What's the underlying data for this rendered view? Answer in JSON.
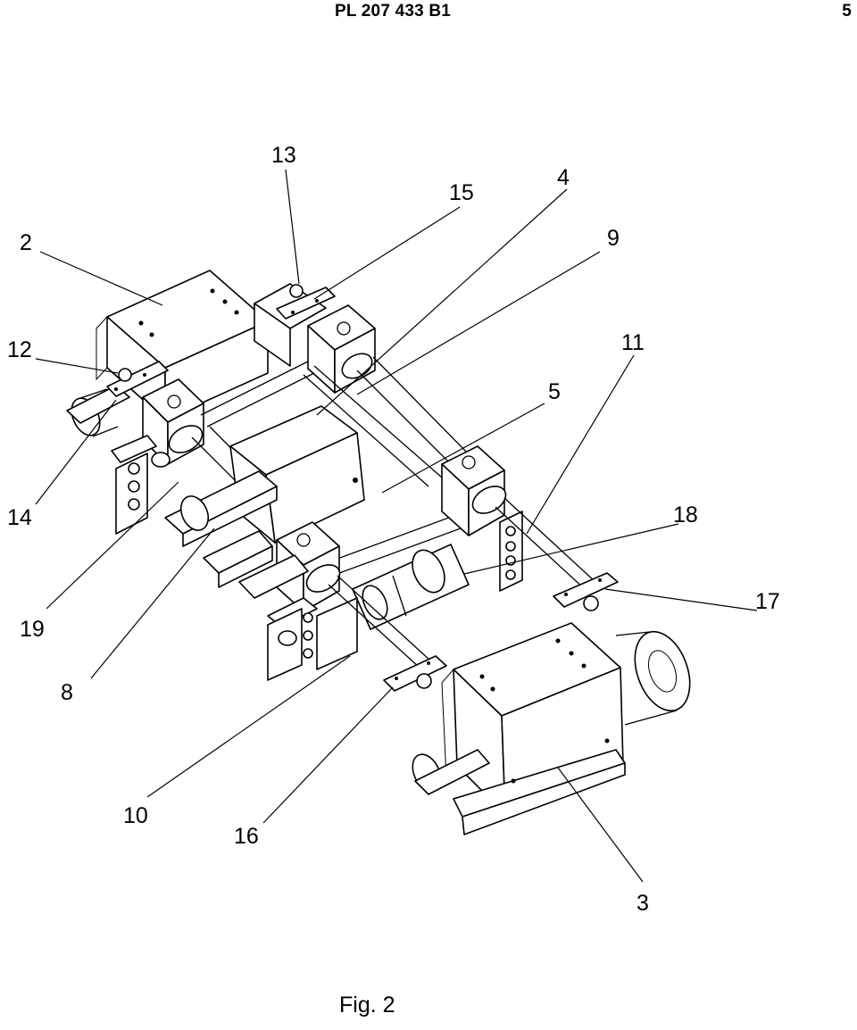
{
  "header": {
    "document_id": "PL 207 433 B1",
    "page_number": "5"
  },
  "figure": {
    "caption": "Fig. 2",
    "references": [
      {
        "id": "ref-13",
        "label": "13"
      },
      {
        "id": "ref-15",
        "label": "15"
      },
      {
        "id": "ref-4",
        "label": "4"
      },
      {
        "id": "ref-2",
        "label": "2"
      },
      {
        "id": "ref-9",
        "label": "9"
      },
      {
        "id": "ref-11",
        "label": "11"
      },
      {
        "id": "ref-12",
        "label": "12"
      },
      {
        "id": "ref-5",
        "label": "5"
      },
      {
        "id": "ref-14",
        "label": "14"
      },
      {
        "id": "ref-18",
        "label": "18"
      },
      {
        "id": "ref-17",
        "label": "17"
      },
      {
        "id": "ref-19",
        "label": "19"
      },
      {
        "id": "ref-8",
        "label": "8"
      },
      {
        "id": "ref-10",
        "label": "10"
      },
      {
        "id": "ref-16",
        "label": "16"
      },
      {
        "id": "ref-3",
        "label": "3"
      }
    ]
  }
}
